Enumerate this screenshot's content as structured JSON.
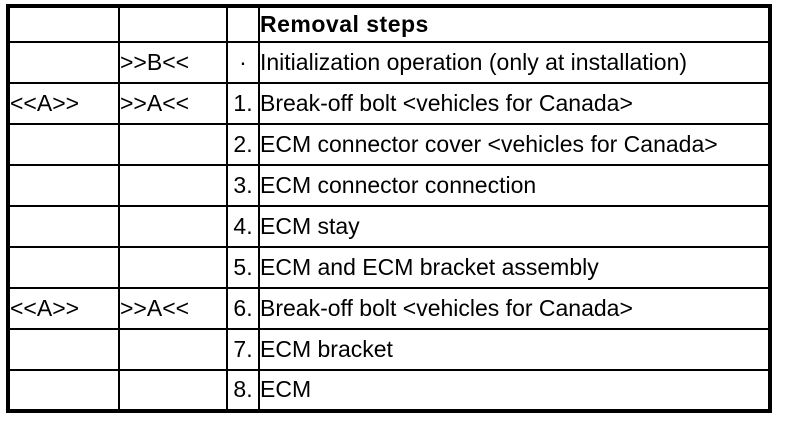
{
  "colors": {
    "text": "#000000",
    "background": "#ffffff",
    "border": "#000000"
  },
  "table": {
    "header": "Removal steps",
    "rows": [
      {
        "marker_left": "",
        "marker_mid": ">>B<<",
        "num": "·",
        "desc": "Initialization operation (only at installation)"
      },
      {
        "marker_left": "<<A>>",
        "marker_mid": ">>A<<",
        "num": "1.",
        "desc": "Break-off bolt <vehicles for Canada>"
      },
      {
        "marker_left": "",
        "marker_mid": "",
        "num": "2.",
        "desc": "ECM connector cover <vehicles for Canada>"
      },
      {
        "marker_left": "",
        "marker_mid": "",
        "num": "3.",
        "desc": "ECM connector connection"
      },
      {
        "marker_left": "",
        "marker_mid": "",
        "num": "4.",
        "desc": "ECM stay"
      },
      {
        "marker_left": "",
        "marker_mid": "",
        "num": "5.",
        "desc": "ECM and ECM bracket assembly"
      },
      {
        "marker_left": "<<A>>",
        "marker_mid": ">>A<<",
        "num": "6.",
        "desc": "Break-off bolt <vehicles for Canada>"
      },
      {
        "marker_left": "",
        "marker_mid": "",
        "num": "7.",
        "desc": "ECM bracket"
      },
      {
        "marker_left": "",
        "marker_mid": "",
        "num": "8.",
        "desc": "ECM"
      }
    ]
  }
}
